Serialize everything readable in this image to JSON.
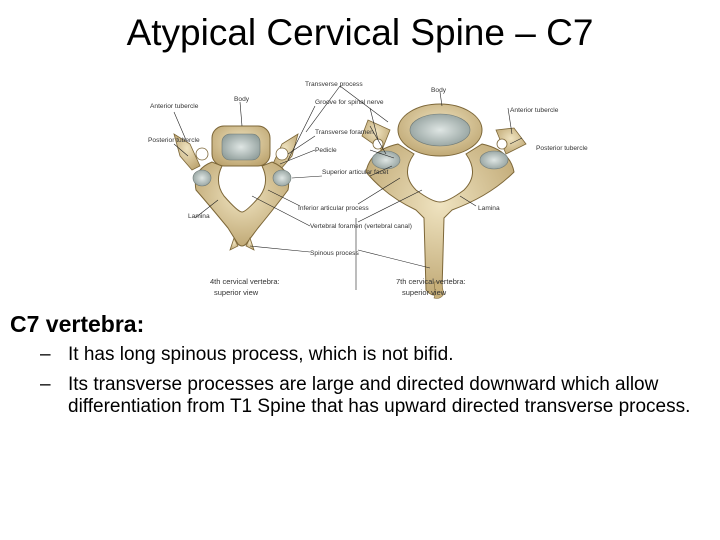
{
  "slide": {
    "title": "Atypical Cervical Spine – C7",
    "heading": "C7 vertebra:",
    "bullets": [
      {
        "marker": "–",
        "text": "It has long spinous process, which is not bifid."
      },
      {
        "marker": "–",
        "text": "Its transverse processes are large and directed downward which allow differentiation from T1 Spine that has upward directed transverse process."
      }
    ]
  },
  "figure": {
    "labels": {
      "transverse_process": "Transverse process",
      "body_left": "Body",
      "body_right": "Body",
      "anterior_tubercle_left": "Anterior tubercle",
      "posterior_tubercle_left": "Posterior tubercle",
      "groove_spinal_nerve": "Groove for spinal nerve",
      "transverse_foramen": "Transverse foramen",
      "pedicle": "Pedicle",
      "superior_articular_facet": "Superior articular facet",
      "inferior_articular_process": "Inferior articular process",
      "lamina_left": "Lamina",
      "lamina_right": "Lamina",
      "vertebral_foramen": "Vertebral foramen (vertebral canal)",
      "spinous_process": "Spinous process",
      "anterior_tubercle_right": "Anterior tubercle",
      "posterior_tubercle_right": "Posterior tubercle"
    },
    "captions": {
      "left_line1": "4th cervical vertebra:",
      "left_line2": "superior view",
      "right_line1": "7th cervical vertebra:",
      "right_line2": "superior view"
    },
    "colors": {
      "bone": "#d9c79a",
      "bone_dark": "#a88f57",
      "cartilage": "#b8c4c2"
    }
  }
}
